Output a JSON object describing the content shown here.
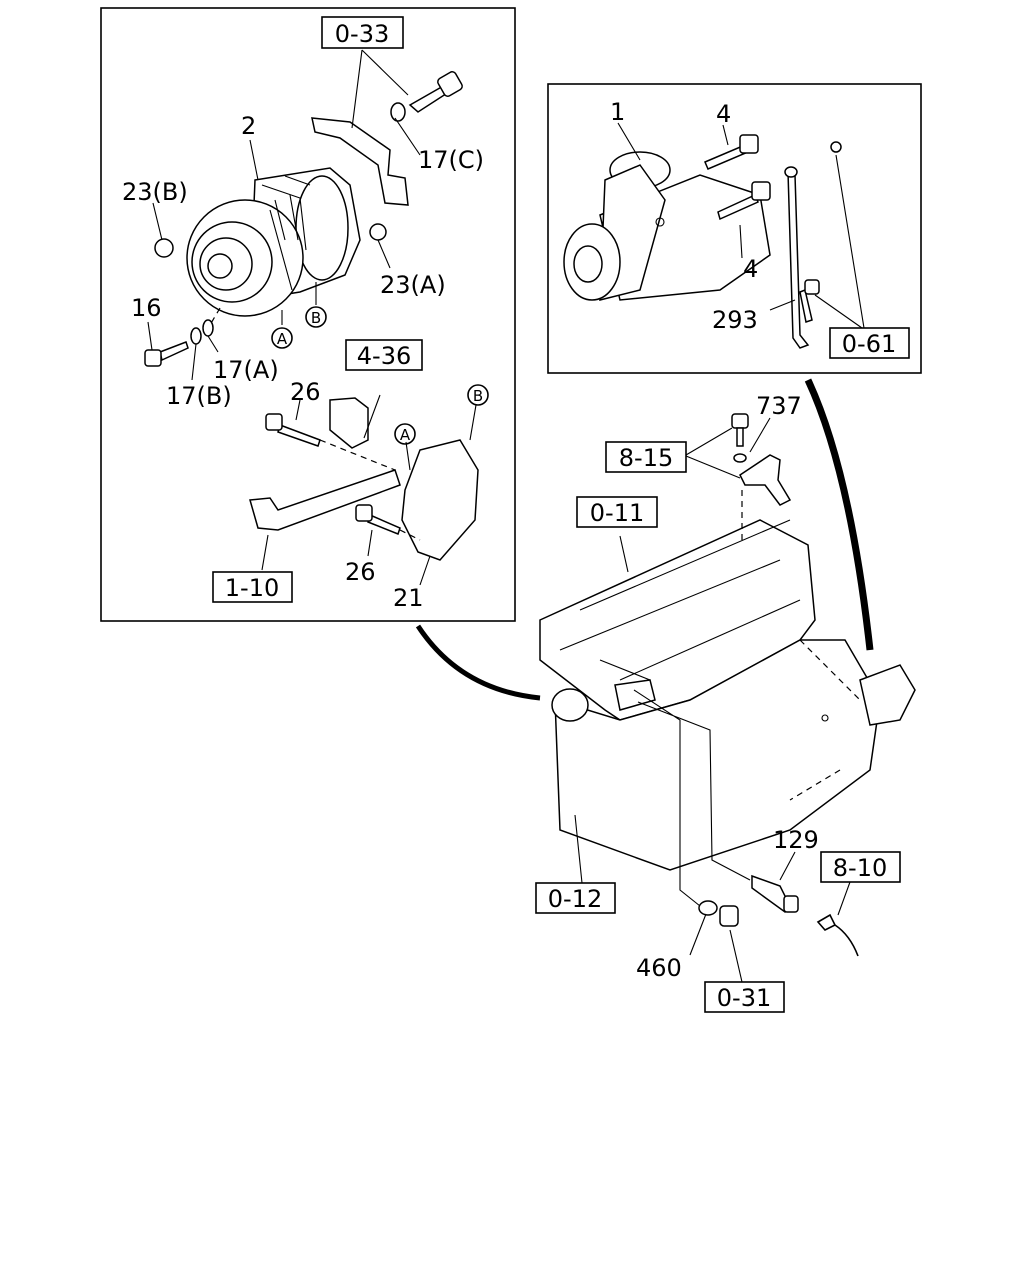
{
  "callouts": {
    "box_0_33": "0-33",
    "box_4_36": "4-36",
    "box_1_10": "1-10",
    "box_0_61": "0-61",
    "box_8_15": "8-15",
    "box_0_11": "0-11",
    "box_0_12": "0-12",
    "box_8_10": "8-10",
    "box_0_31": "0-31"
  },
  "parts": {
    "p2": "2",
    "p23b": "23(B)",
    "p17c": "17(C)",
    "p23a": "23(A)",
    "p16": "16",
    "p17a": "17(A)",
    "p17b": "17(B)",
    "p26a": "26",
    "p26b": "26",
    "p21": "21",
    "p1": "1",
    "p4a": "4",
    "p4b": "4",
    "p293": "293",
    "p737": "737",
    "p129": "129",
    "p460": "460"
  },
  "markers": {
    "a1": "A",
    "b1": "B",
    "a2": "A",
    "b2": "B"
  }
}
